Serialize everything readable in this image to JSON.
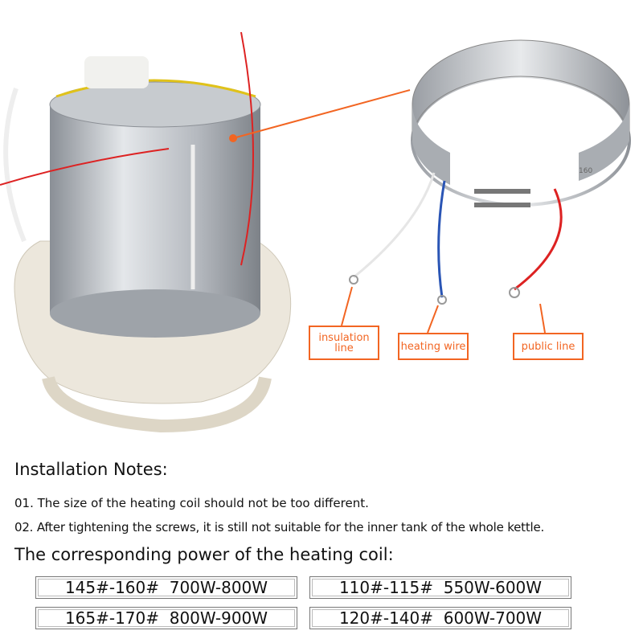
{
  "labels": {
    "insulation": "insulation line",
    "heating": "heating wire",
    "public": "public line"
  },
  "ring_stamp": "160",
  "notes": {
    "title": "Installation Notes:",
    "items": [
      "01. The size of the heating coil should not be too different.",
      "02. After tightening the screws, it is still not suitable for the inner tank of the whole kettle."
    ]
  },
  "power": {
    "title": "The corresponding power of the heating coil:",
    "rows": [
      "145#-160#  700W-800W",
      "110#-115#  550W-600W",
      "165#-170#  800W-900W",
      "120#-140#  600W-700W"
    ]
  },
  "colors": {
    "accent": "#f26522"
  }
}
